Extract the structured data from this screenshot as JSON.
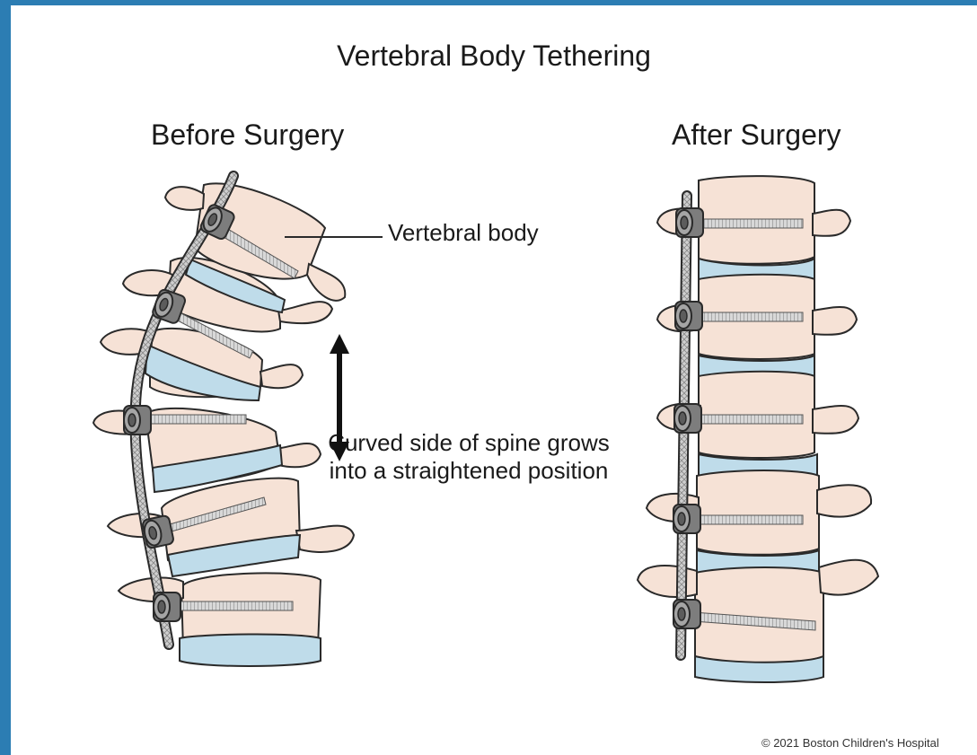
{
  "title": "Vertebral Body Tethering",
  "panels": {
    "before": {
      "label": "Before Surgery"
    },
    "after": {
      "label": "After Surgery"
    }
  },
  "annotations": {
    "vertebral_body": "Vertebral body",
    "curve_note": "Curved side of spine grows into a straightened position"
  },
  "copyright": "© 2021 Boston Children's Hospital",
  "colors": {
    "frame": "#2c7db3",
    "bone": "#f6e2d6",
    "disc": "#bfdcea",
    "outline": "#2a2a2a",
    "screw_head": "#8c8c8c"
  }
}
